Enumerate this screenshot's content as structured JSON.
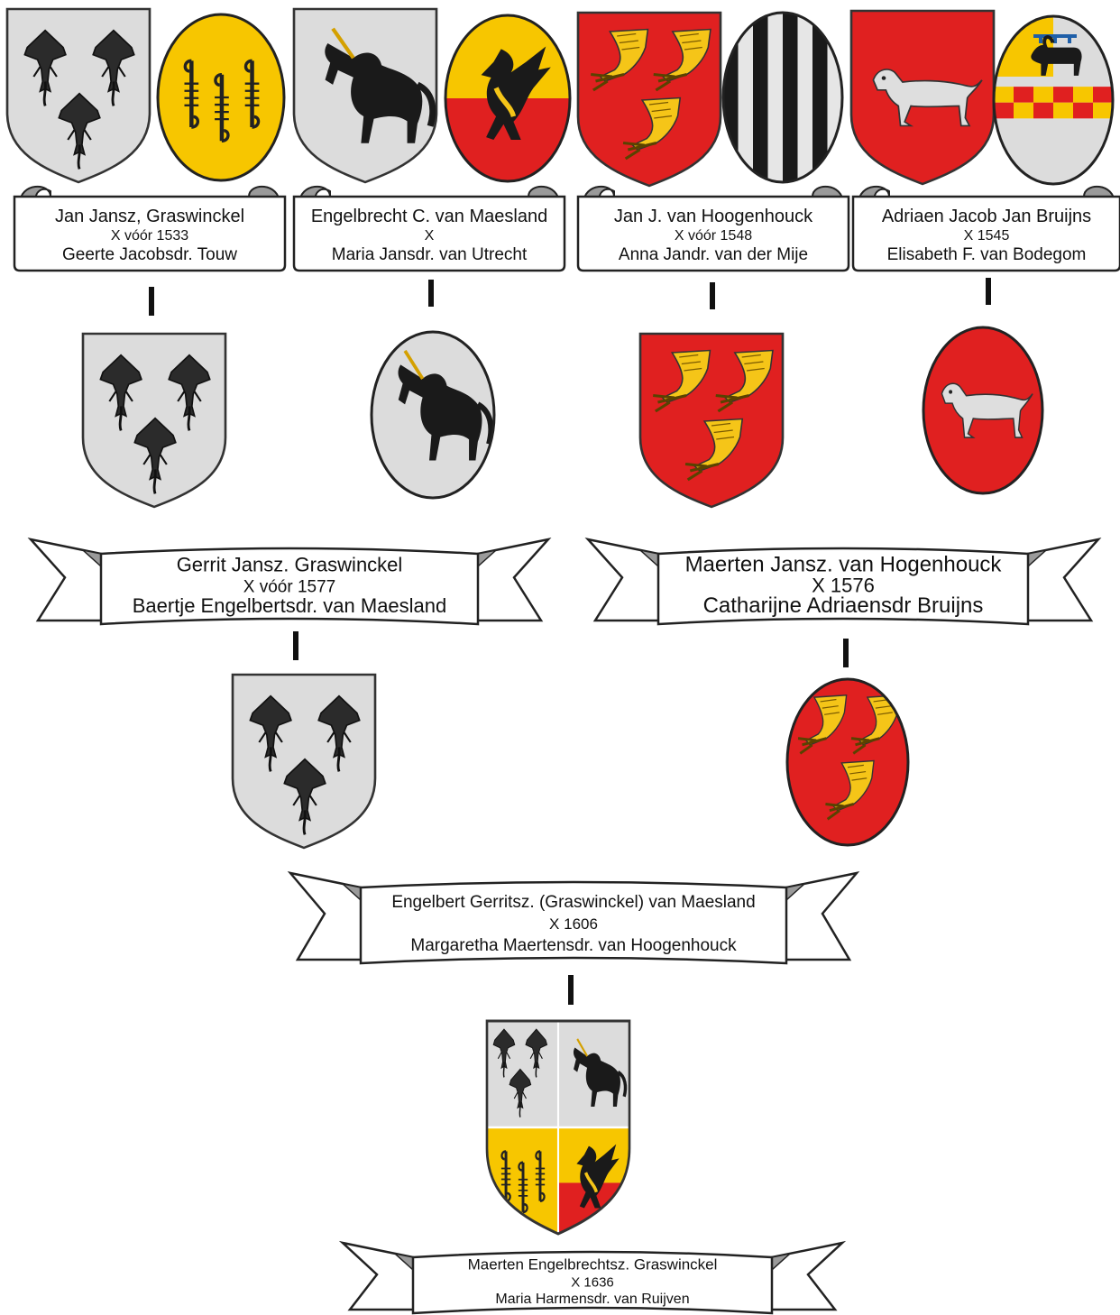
{
  "colors": {
    "argent": "#dcdcdc",
    "or": "#f7c600",
    "gules": "#e02020",
    "sable": "#1a1a1a",
    "ribbon_fold": "#9a9a9a"
  },
  "generation_1": [
    {
      "shield": "argent-three-rays",
      "oval": "or-three-hooks",
      "lines": [
        "Jan Jansz, Graswinckel",
        "X vóór 1533",
        "Geerte Jacobsdr. Touw"
      ]
    },
    {
      "shield": "argent-rampant-unicorn",
      "oval": "per-fess-or-gules-griffin",
      "lines": [
        "Engelbrecht C. van Maesland",
        "X",
        "Maria Jansdr. van Utrecht"
      ]
    },
    {
      "shield": "gules-three-bird-legs",
      "oval": "paly-sable-argent",
      "lines": [
        "Jan J. van Hoogenhouck",
        "X vóór 1548",
        "Anna Jandr. van der Mije"
      ]
    },
    {
      "shield": "gules-hound",
      "oval": "goat-chequy-or-gules",
      "lines": [
        "Adriaen Jacob Jan Bruijns",
        "X 1545",
        "Elisabeth F. van Bodegom"
      ]
    }
  ],
  "generation_2": [
    {
      "shield": "argent-three-rays",
      "oval": "argent-rampant-unicorn",
      "lines": [
        "Gerrit Jansz. Graswinckel",
        "X vóór 1577",
        "Baertje Engelbertsdr. van Maesland"
      ]
    },
    {
      "shield": "gules-three-bird-legs",
      "oval": "gules-hound",
      "lines": [
        "Maerten Jansz. van Hogenhouck",
        "X 1576",
        "Catharijne Adriaensdr Bruijns"
      ]
    }
  ],
  "generation_3": {
    "shield": "argent-three-rays",
    "oval": "gules-three-bird-legs",
    "lines": [
      "Engelbert Gerritsz. (Graswinckel) van Maesland",
      "X 1606",
      "Margaretha Maertensdr. van Hoogenhouck"
    ]
  },
  "generation_4": {
    "shield": "quartered-graswinckel-maesland",
    "lines": [
      "Maerten Engelbrechtsz. Graswinckel",
      "X 1636",
      "Maria Harmensdr. van Ruijven"
    ]
  }
}
